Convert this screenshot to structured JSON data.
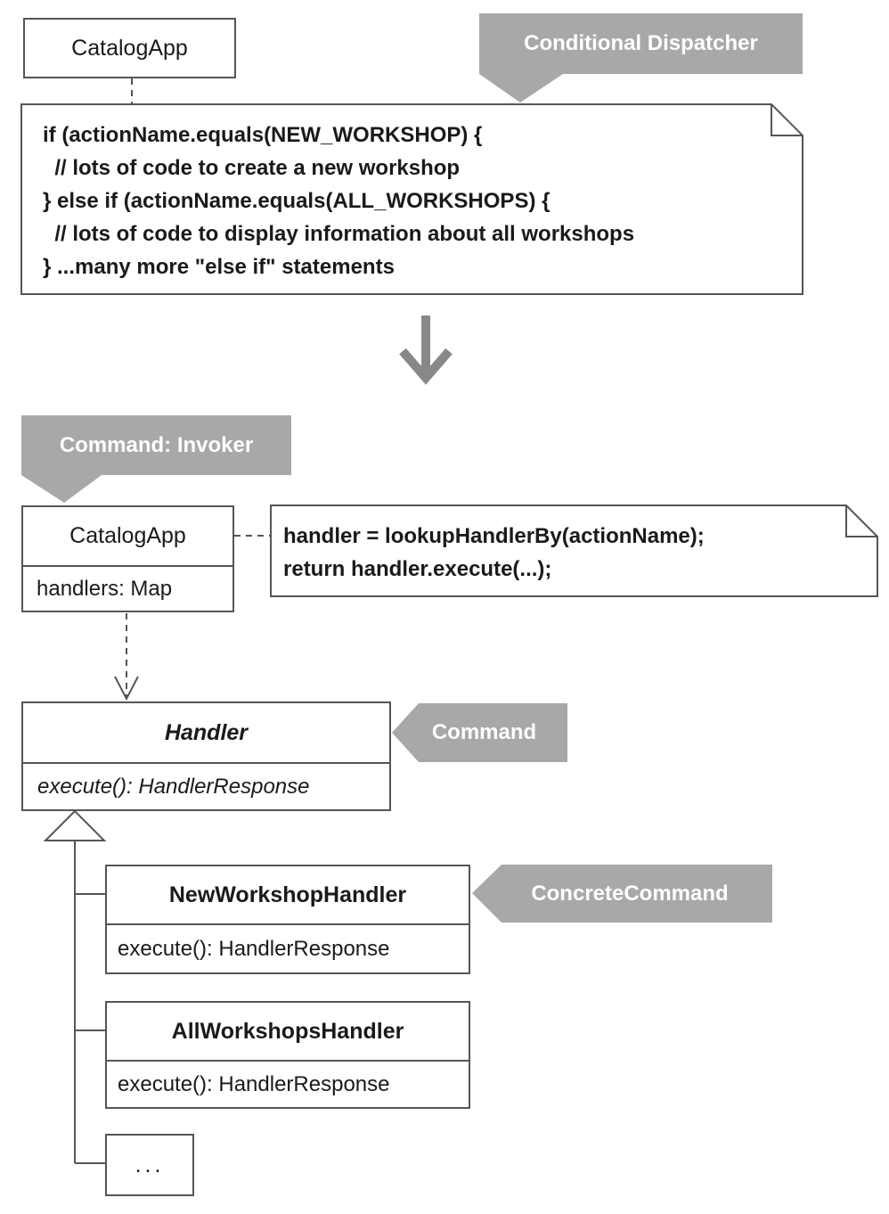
{
  "top": {
    "catalog_app_label": "CatalogApp",
    "dispatcher_callout": "Conditional Dispatcher",
    "code_lines": [
      "if (actionName.equals(NEW_WORKSHOP) {",
      "  // lots of code to create a new workshop",
      "} else if (actionName.equals(ALL_WORKSHOPS) {",
      "  // lots of code to display information about all workshops",
      "} ...many more \"else if\" statements"
    ]
  },
  "bottom": {
    "invoker_callout": "Command: Invoker",
    "catalog_app": {
      "name": "CatalogApp",
      "attribute": "handlers: Map"
    },
    "note_lines": [
      "handler = lookupHandlerBy(actionName);",
      "return handler.execute(...);"
    ],
    "handler": {
      "name": "Handler",
      "operation": "execute(): HandlerResponse"
    },
    "command_callout": "Command",
    "new_workshop_handler": {
      "name": "NewWorkshopHandler",
      "operation": "execute(): HandlerResponse"
    },
    "concrete_command_callout": "ConcreteCommand",
    "all_workshops_handler": {
      "name": "AllWorkshopsHandler",
      "operation": "execute(): HandlerResponse"
    },
    "more_placeholder": "..."
  },
  "colors": {
    "callout_fill": "#a8a8a8",
    "line": "#555555",
    "arrow": "#888888"
  }
}
